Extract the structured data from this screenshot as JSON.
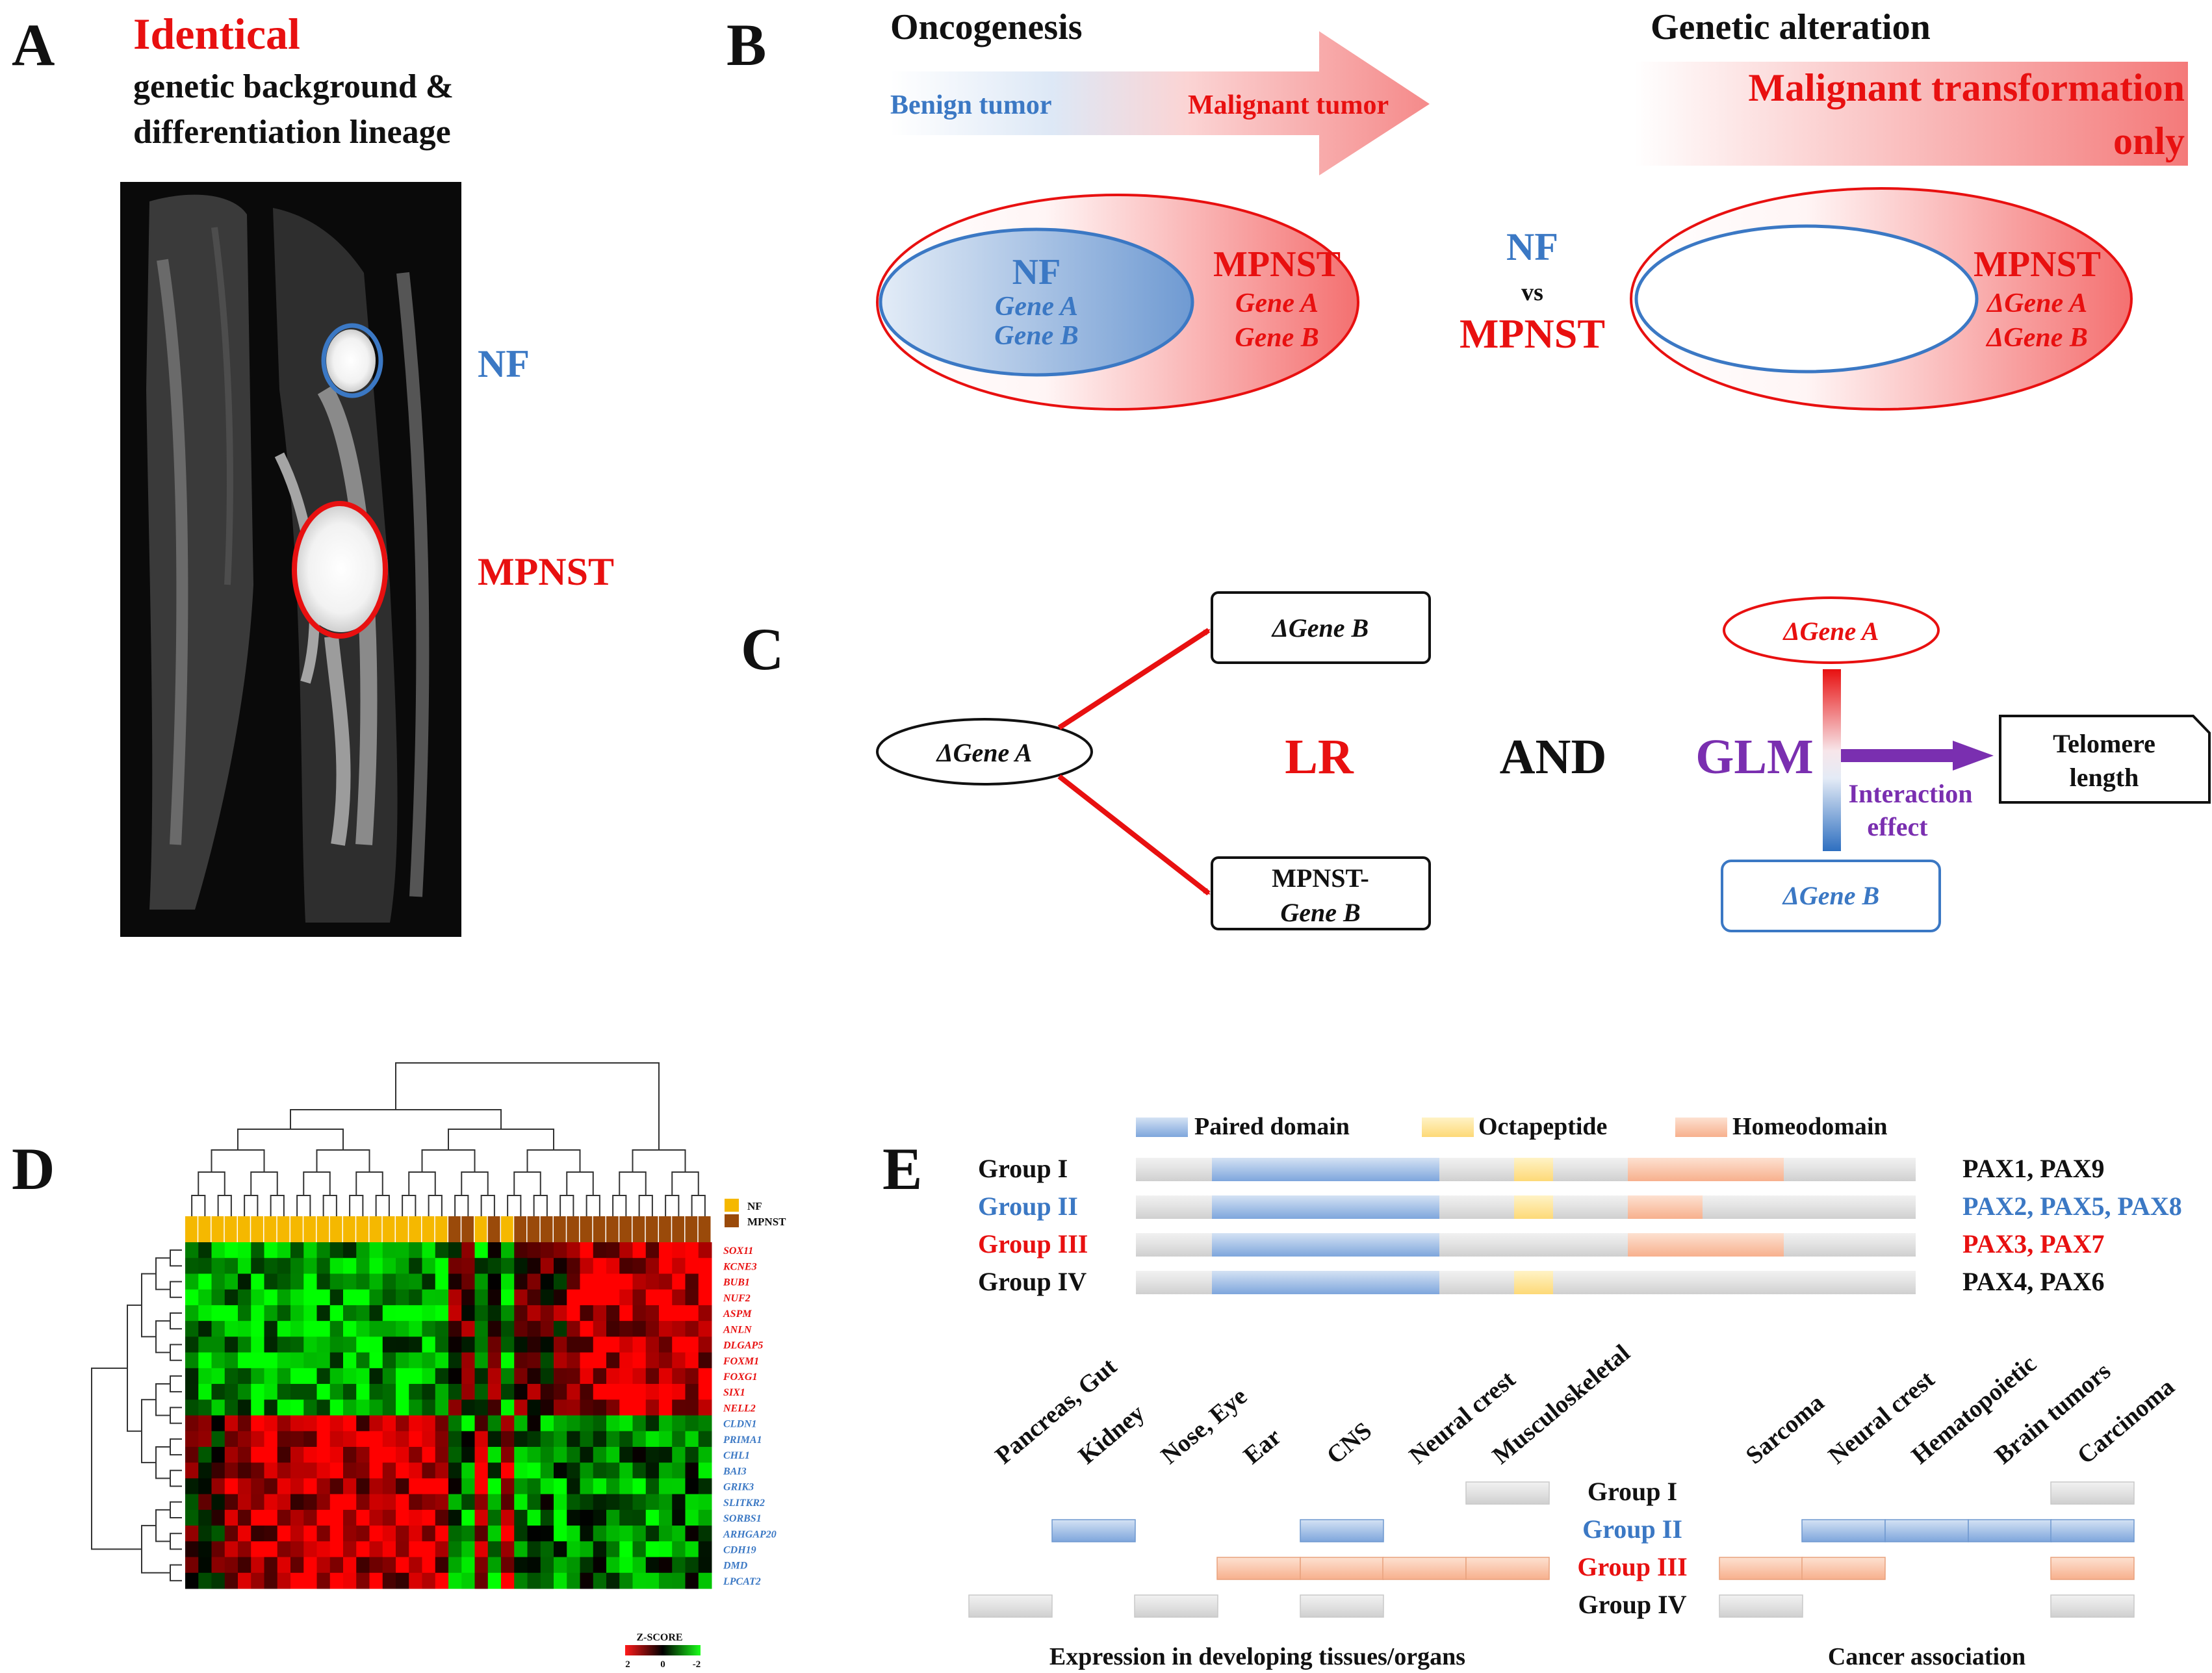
{
  "panels": {
    "a": "A",
    "b": "B",
    "c": "C",
    "d": "D",
    "e": "E"
  },
  "panel_a": {
    "heading": "Identical",
    "line1": "genetic background &",
    "line2": "differentiation lineage",
    "nf_label": "NF",
    "mpnst_label": "MPNST"
  },
  "panel_b": {
    "oncogenesis": "Oncogenesis",
    "benign": "Benign tumor",
    "malignant": "Malignant tumor",
    "genetic_alteration": "Genetic alteration",
    "transformation_line1": "Malignant transformation",
    "transformation_line2": "only",
    "left": {
      "nf": "NF",
      "gene_a": "Gene A",
      "gene_b": "Gene B",
      "mpnst": "MPNST",
      "gene_a2": "Gene A",
      "gene_b2": "Gene B"
    },
    "vs_nf": "NF",
    "vs": "vs",
    "vs_mpnst": "MPNST",
    "right": {
      "mpnst": "MPNST",
      "gene_a": "ΔGene A",
      "gene_b": "ΔGene B"
    }
  },
  "panel_c": {
    "gene_a": "ΔGene A",
    "gene_b": "ΔGene B",
    "mpnst_gene_b_1": "MPNST-",
    "mpnst_gene_b_2": "Gene B",
    "lr": "LR",
    "and": "AND",
    "glm": "GLM",
    "glm_gene_a": "ΔGene A",
    "glm_gene_b": "ΔGene B",
    "interaction_1": "Interaction",
    "interaction_2": "effect",
    "telomere_1": "Telomere",
    "telomere_2": "length"
  },
  "panel_d": {
    "legend_nf": "NF",
    "legend_mpnst": "MPNST",
    "zscore_title": "Z-SCORE",
    "zscore_ticks": [
      "2",
      "0",
      "-2"
    ],
    "genes_up": [
      "SOX11",
      "KCNE3",
      "BUB1",
      "NUF2",
      "ASPM",
      "ANLN",
      "DLGAP5",
      "FOXM1",
      "FOXG1",
      "SIX1",
      "NELL2"
    ],
    "genes_down": [
      "CLDN1",
      "PRIMA1",
      "CHL1",
      "BAI3",
      "GRIK3",
      "SLITKR2",
      "SORBS1",
      "ARHGAP20",
      "CDH19",
      "DMD",
      "LPCAT2"
    ],
    "colors": {
      "nf": "#f5b800",
      "mpnst": "#9a4a0a",
      "up_gene": "#e81010",
      "down_gene": "#3b78c4"
    }
  },
  "panel_e": {
    "legend": {
      "paired": "Paired domain",
      "octapeptide": "Octapeptide",
      "homeodomain": "Homeodomain"
    },
    "groups": [
      {
        "name": "Group I",
        "members": "PAX1, PAX9",
        "color": "#111111",
        "octa": true,
        "homeo": "full"
      },
      {
        "name": "Group II",
        "members": "PAX2, PAX5, PAX8",
        "color": "#3b78c4",
        "octa": true,
        "homeo": "partial"
      },
      {
        "name": "Group III",
        "members": "PAX3, PAX7",
        "color": "#e81010",
        "octa": false,
        "homeo": "full"
      },
      {
        "name": "Group IV",
        "members": "PAX4, PAX6",
        "color": "#111111",
        "octa": true,
        "homeo": "none"
      }
    ],
    "tissues": [
      "Pancreas, Gut",
      "Kidney",
      "Nose, Eye",
      "Ear",
      "CNS",
      "Neural crest",
      "Musculoskeletal"
    ],
    "cancers": [
      "Sarcoma",
      "Neural crest",
      "Hematopoietic",
      "Brain tumors",
      "Carcinoma"
    ],
    "tissues_title": "Expression in developing tissues/organs",
    "cancers_title": "Cancer association",
    "tissue_map": {
      "Group I": [
        6
      ],
      "Group II": [
        1,
        4
      ],
      "Group III": [
        3,
        4,
        5,
        6
      ],
      "Group IV": [
        0,
        2,
        4
      ]
    },
    "cancer_map": {
      "Group I": [
        4
      ],
      "Group II": [
        1,
        2,
        3,
        4
      ],
      "Group III": [
        0,
        1,
        4
      ],
      "Group IV": [
        0,
        4
      ]
    }
  }
}
